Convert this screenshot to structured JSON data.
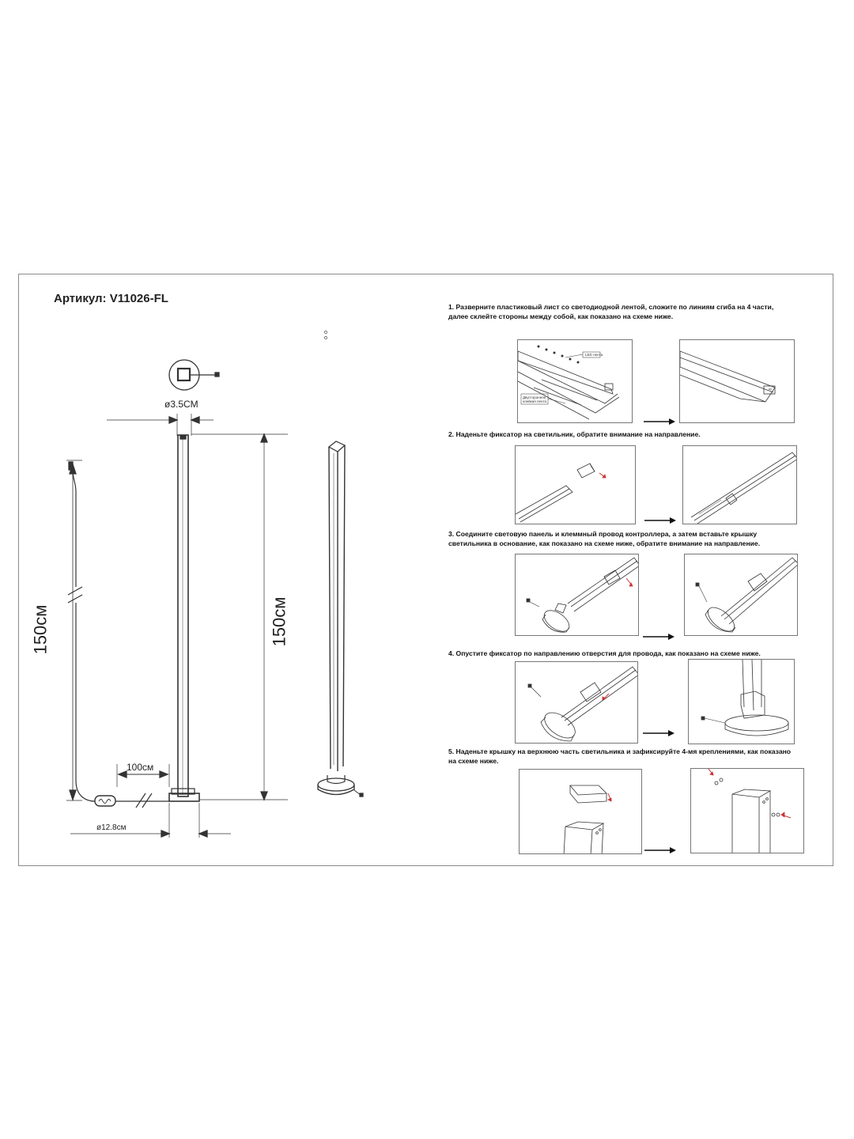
{
  "header": {
    "article": "Артикул: V11026-FL"
  },
  "dimensions": {
    "diameter_top": "ø3.5CM",
    "height_left": "150см",
    "height_right": "150см",
    "cable_length": "100см",
    "base_diameter": "ø12.8см"
  },
  "steps": [
    {
      "number": "1",
      "text_line1": "1. Разверните пластиковый лист со светодиодной лентой, сложите по линиям сгиба на 4 части,",
      "text_line2": "далее склейте стороны между собой, как показано на схеме ниже."
    },
    {
      "number": "2",
      "text_line1": "2. Наденьте фиксатор на светильник, обратите внимание на направление.",
      "text_line2": ""
    },
    {
      "number": "3",
      "text_line1": "3. Соедините световую панель и клеммный провод контроллера, а затем вставьте крышку",
      "text_line2": "светильника в основание, как показано на схеме ниже, обратите внимание на направление."
    },
    {
      "number": "4",
      "text_line1": "4. Опустите фиксатор по направлению отверстия для провода, как показано на схеме ниже.",
      "text_line2": ""
    },
    {
      "number": "5",
      "text_line1": "5. Наденьте крышку на верхнюю часть светильника и зафиксируйте 4-мя креплениями, как показано",
      "text_line2": "на схеме ниже."
    }
  ],
  "figure_tags": {
    "led_strip": "LED лента",
    "double_tape_line1": "Двусторонняя",
    "double_tape_line2": "клейкая лента"
  }
}
